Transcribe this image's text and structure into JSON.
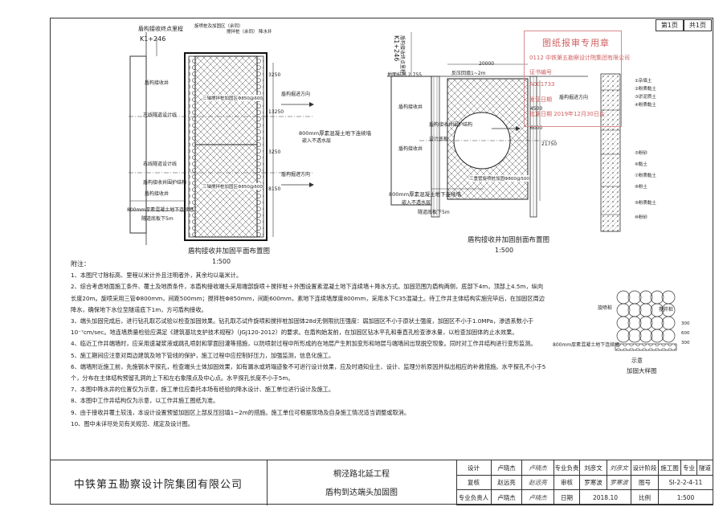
{
  "page_info": {
    "sheet": "第1页",
    "total": "共1页"
  },
  "stamp": {
    "title": "图纸报审专用章",
    "lines": [
      "0112 中铁第五勘察设计院集团有限公司",
      "证书编号",
      "A001733",
      "发证日期",
      "批准日期 2019年12月30日止"
    ]
  },
  "plan": {
    "endpoint_label": "盾构接收终点里程",
    "endpoint_mileage": "K1+246",
    "top_labels": [
      "旋喷桩及加固区（余同）",
      "搅拌桩（余同）",
      "降水井"
    ],
    "left_labels": [
      "盾构接收井",
      "左线隧道设计线",
      "右线隧道设计线",
      "盾构接收井围护结构",
      "盾构接收井",
      "隧道底板下5m"
    ],
    "mid_labels": [
      "三轴搅拌桩加固区Φ850@600",
      "三轴搅拌桩加固区Φ850@600"
    ],
    "right_labels": [
      "盾构掘进方向",
      "盾构掘进方向",
      "800mm厚素混凝土地下连续墙",
      "嵌入不透水层"
    ],
    "bottom_label": "800mm厚素混凝土地下连续墙",
    "dims": [
      "3250",
      "13250",
      "3250",
      "8150"
    ],
    "caption": "盾构接收井加固平面布置图",
    "scale": "1:500"
  },
  "section": {
    "endpoint_label": "盾构接收终点里程",
    "endpoint_mileage": "K1+246",
    "dims_top": [
      "20000",
      "反压回填1~2m"
    ],
    "elevation": "地面标高 2.755",
    "left_labels": [
      "盾构接收井",
      "盾构接收井围护结构",
      "设计底板",
      "盾构接收井"
    ],
    "mid_labels": [
      "三重管旋喷桩加固Φ800@500"
    ],
    "right_labels": [
      "盾构掘进方向",
      "4500",
      "6000",
      "21750"
    ],
    "bottom_labels": [
      "800mm厚素混凝土地下连续墙",
      "嵌入不透水层",
      "隧道底板下5m"
    ],
    "caption": "盾构接收井加固剖面布置图",
    "scale": "1:500"
  },
  "soil_column": {
    "labels": [
      "①杂填土",
      "②粉质黏土",
      "③淤泥质土",
      "④粉质黏土",
      "⑤粉砂",
      "⑥黏土",
      "⑦粉质黏土",
      "⑧粉土",
      "⑨粉质黏土",
      "⑩粉砂"
    ]
  },
  "detail": {
    "labels": [
      "旋喷桩",
      "搅拌桩",
      "800mm厚素混凝土地下连续墙"
    ],
    "dims": [
      "300",
      "600",
      "300"
    ],
    "caption_prefix": "示意",
    "caption": "加固大样图"
  },
  "notes": {
    "heading": "附注：",
    "items": [
      "1、本图尺寸除标高、里程以米计外且注明者外，其余均以毫米计。",
      "2、综合考虑地面施工条件、覆土及地质条件，本盾构接收端头采用端部旋喷＋搅拌桩＋外围设置素混凝土地下连续墙＋降水方式。加固范围为盾构两侧，底部下4m，顶部上4.5m，纵向",
      "   长度20m。旋喷采用三管Φ800mm，间距500mm；搅拌桩Φ850mm，间距600mm，素地下连续墙厚度800mm，采用水下C35混凝土。待工作井主体结构实施完毕后，在加固区周边",
      "   降水，确保地下水位至隧道底下1m，方可盾构接收。",
      "3、端头加固完成后，进行钻孔取芯试验以检查加固效果。钻孔取芯试件旋喷和搅拌桩加固体28d无侧限抗压强度：弱加固区不小于原状土强度，加固区不小于1.0MPa，渗透系数小于",
      "   10⁻⁷cm/sec。地连墙质量检验应满足《建筑基坑支护技术规程》（JGJ120-2012）的要求。在盾构始发前，在加固区钻水平孔和垂直孔检查渗水量，以检查加固体的止水效果。",
      "4、临近工作井端墙时，应采用速凝浆液或跳孔喷射和掌面回灌等措施，以防喷射过程中所形成的在地层产生附加变形和地层与端墙间出现脱空现象。同时对工作井结构进行变形监测。",
      "5、施工期间应注意对周边建筑及地下管线的保护，施工过程中应控制好压力，加强监测，信息化施工。",
      "6、端墙附近施工前，先施钢水平探孔，检查端头土体加固效果，如有漏水或坍塌迹象不可进行设计效果，应及时通知业主、设计、监理分析原因并拟出相应的补救措施。水平探孔不小于5",
      "   个，分布在主体结构预留孔洞的上下和左右象限点及中心点。水平探孔长度不小于5m。",
      "7、本图中降水井的位置仅为示意，施工单位应委托本场有经验的降水设计、施工单位进行设计及施工。",
      "8、本图中工作井结构仅为示意，以工作井施工图纸为准。",
      "9、由于接收井覆土较浅，本设计设置预留加固区上部反压回填1~2m的措施。施工单位可根据现场及自身施工情况适当调整或取消。",
      "10、图中未详尽处见有关规范、规定及设计图。"
    ]
  },
  "title_block": {
    "company": "中铁第五勘察设计院集团有限公司",
    "project": "桐泾路北延工程",
    "drawing_title": "盾构到达端头加固图",
    "rows": [
      {
        "role": "设计",
        "name": "卢晓杰",
        "sig": "卢晓杰",
        "role2": "专业负责",
        "name2": "刘彦文",
        "sig2": "刘彦文",
        "role3": "设计阶段",
        "val3": "施工图",
        "role4": "专业",
        "val4": "隧道"
      },
      {
        "role": "复核",
        "name": "赵远亮",
        "sig": "赵远亮",
        "role2": "审核",
        "name2": "罗寒波",
        "sig2": "罗寒波",
        "role3": "图号",
        "val3": "SI-2-2-4-11"
      },
      {
        "role": "专业负责人",
        "name": "卢晓杰",
        "sig": "卢晓杰",
        "role2": "日期",
        "val2": "2018.10",
        "role3": "比例",
        "val3": "1:500"
      }
    ]
  }
}
